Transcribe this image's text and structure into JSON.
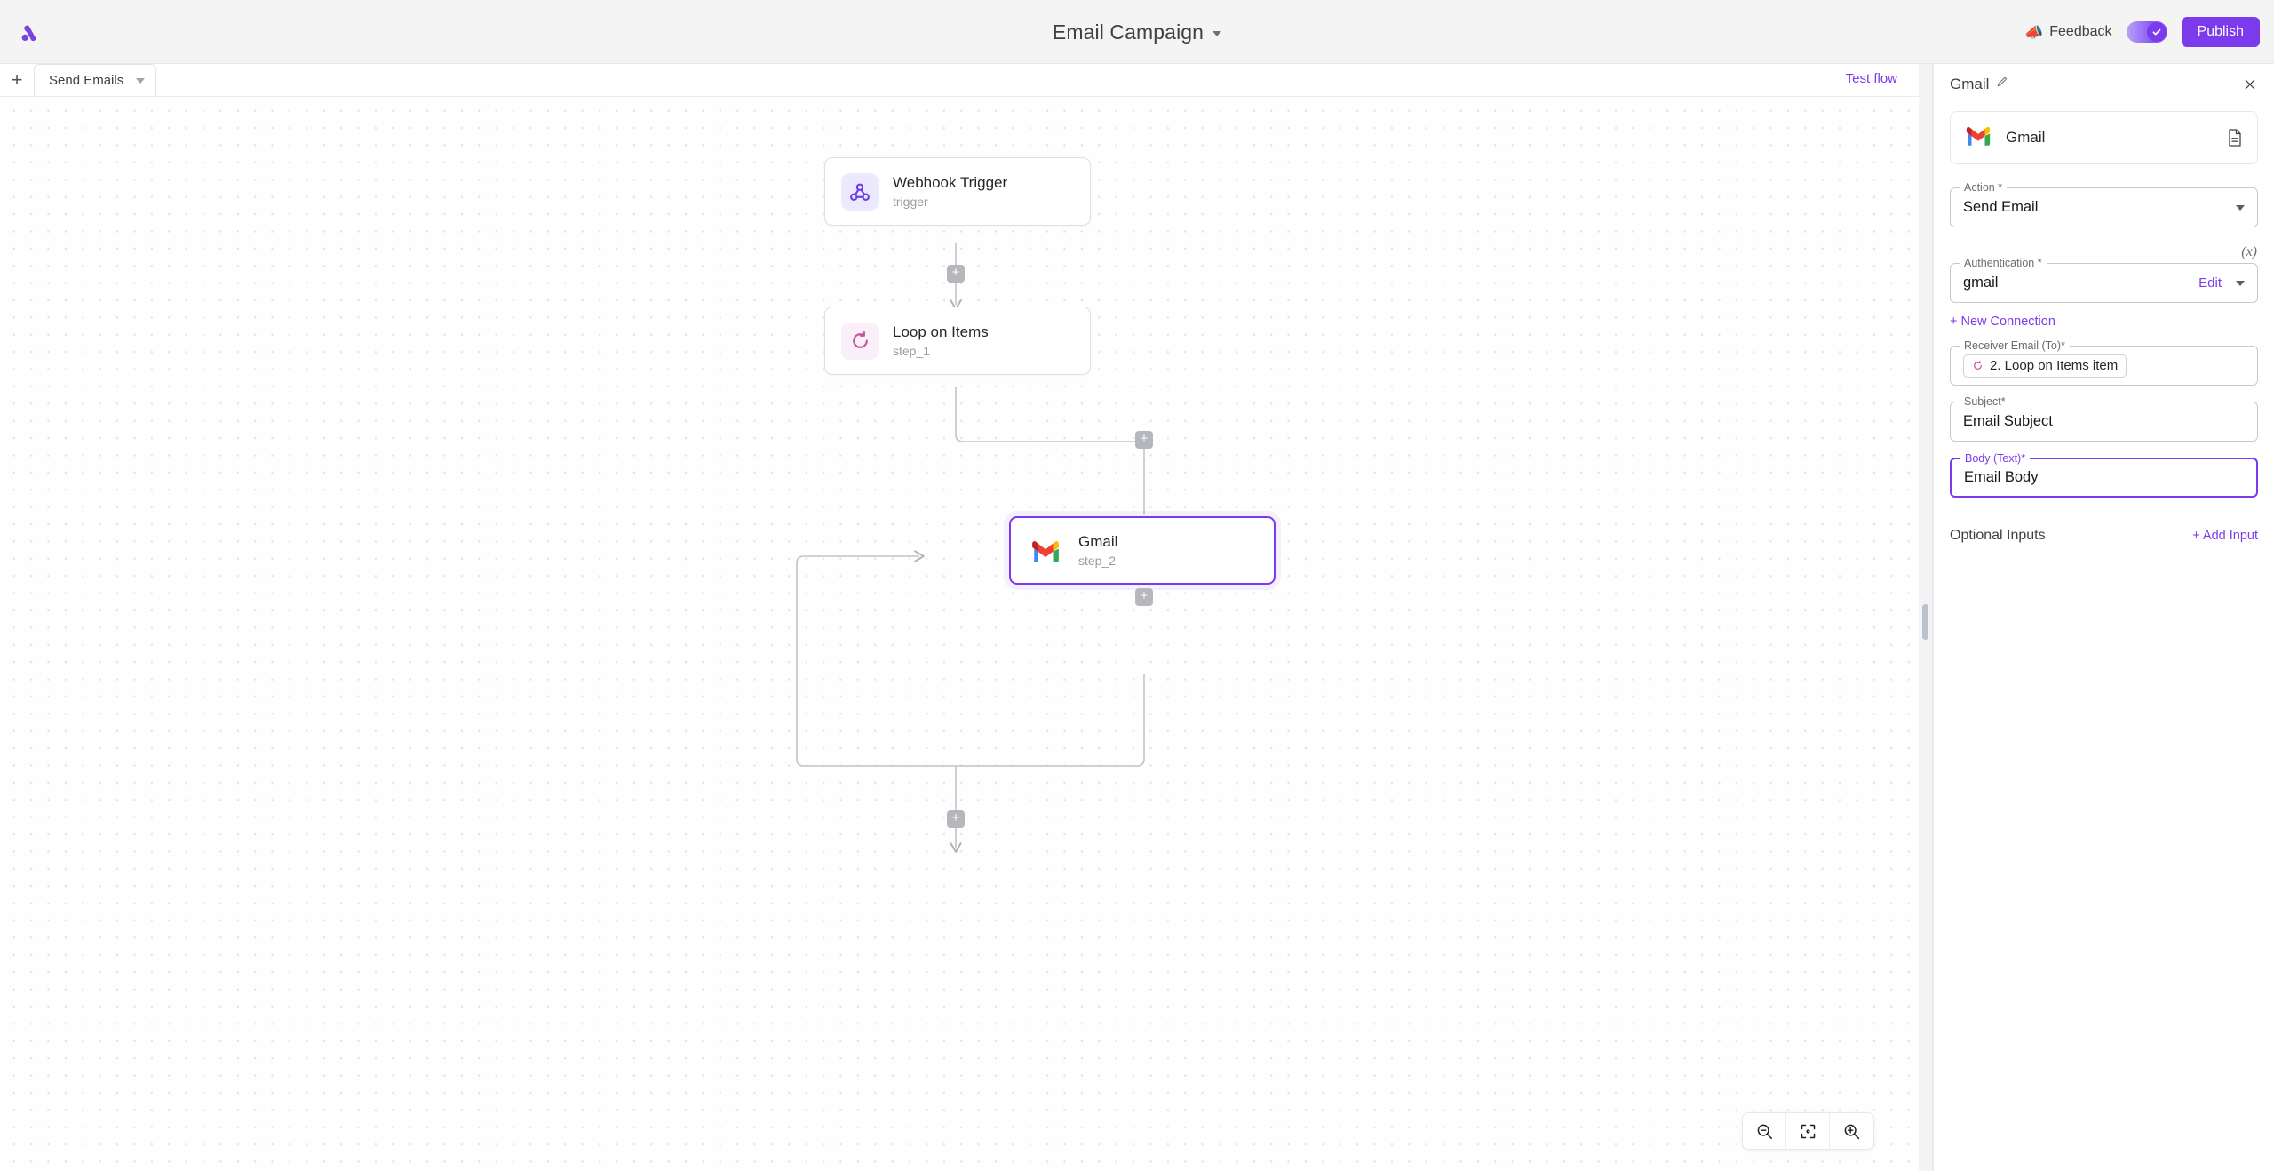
{
  "topbar": {
    "logo_name": "app-logo",
    "title": "Email Campaign",
    "title_caret": "chevron-down-icon",
    "feedback_label": "Feedback",
    "feedback_icon": "megaphone-icon",
    "toggle_state": "on",
    "publish_label": "Publish",
    "accent_color": "#7c3aed"
  },
  "subbar": {
    "add_tab_label": "+",
    "tab_label": "Send Emails",
    "tab_caret": "chevron-down-icon",
    "test_flow_label": "Test flow"
  },
  "canvas": {
    "nodes": [
      {
        "title": "Webhook Trigger",
        "subtitle": "trigger",
        "icon": "webhook-icon"
      },
      {
        "title": "Loop on Items",
        "subtitle": "step_1",
        "icon": "loop-icon"
      },
      {
        "title": "Gmail",
        "subtitle": "step_2",
        "icon": "gmail-icon",
        "selected": true
      }
    ],
    "add_step_label": "+",
    "zoom_controls": [
      {
        "name": "zoom-out-button",
        "icon": "magnifier-minus-icon"
      },
      {
        "name": "fit-view-button",
        "icon": "fit-frame-icon"
      },
      {
        "name": "zoom-in-button",
        "icon": "magnifier-plus-icon"
      }
    ]
  },
  "panel": {
    "header_title": "Gmail",
    "header_edit_icon": "pencil-icon",
    "close_icon": "close-icon",
    "app_card": {
      "name": "Gmail",
      "icon": "gmail-icon",
      "docs_icon": "document-icon"
    },
    "fields": {
      "action": {
        "legend": "Action *",
        "value": "Send Email"
      },
      "authentication": {
        "legend": "Authentication *",
        "value": "gmail",
        "edit_label": "Edit",
        "var_badge": "(x)"
      },
      "receiver": {
        "legend": "Receiver Email (To)*",
        "chip": "2. Loop on Items item",
        "chip_icon": "loop-icon"
      },
      "subject": {
        "legend": "Subject*",
        "value": "Email Subject"
      },
      "body": {
        "legend": "Body (Text)*",
        "value": "Email Body",
        "focused": true
      }
    },
    "new_connection_label": "+ New Connection",
    "optional_inputs_label": "Optional Inputs",
    "add_input_label": "+ Add Input"
  }
}
